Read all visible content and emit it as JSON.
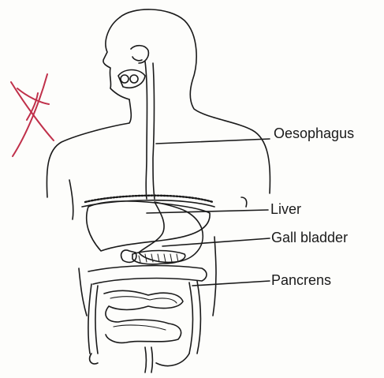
{
  "diagram": {
    "labels": {
      "oesophagus": "Oesophagus",
      "liver": "Liver",
      "gall_bladder": "Gall bladder",
      "pancreas": "Pancrens"
    },
    "ink_color": "#1a1a1a",
    "mark_color": "#c0304a"
  }
}
